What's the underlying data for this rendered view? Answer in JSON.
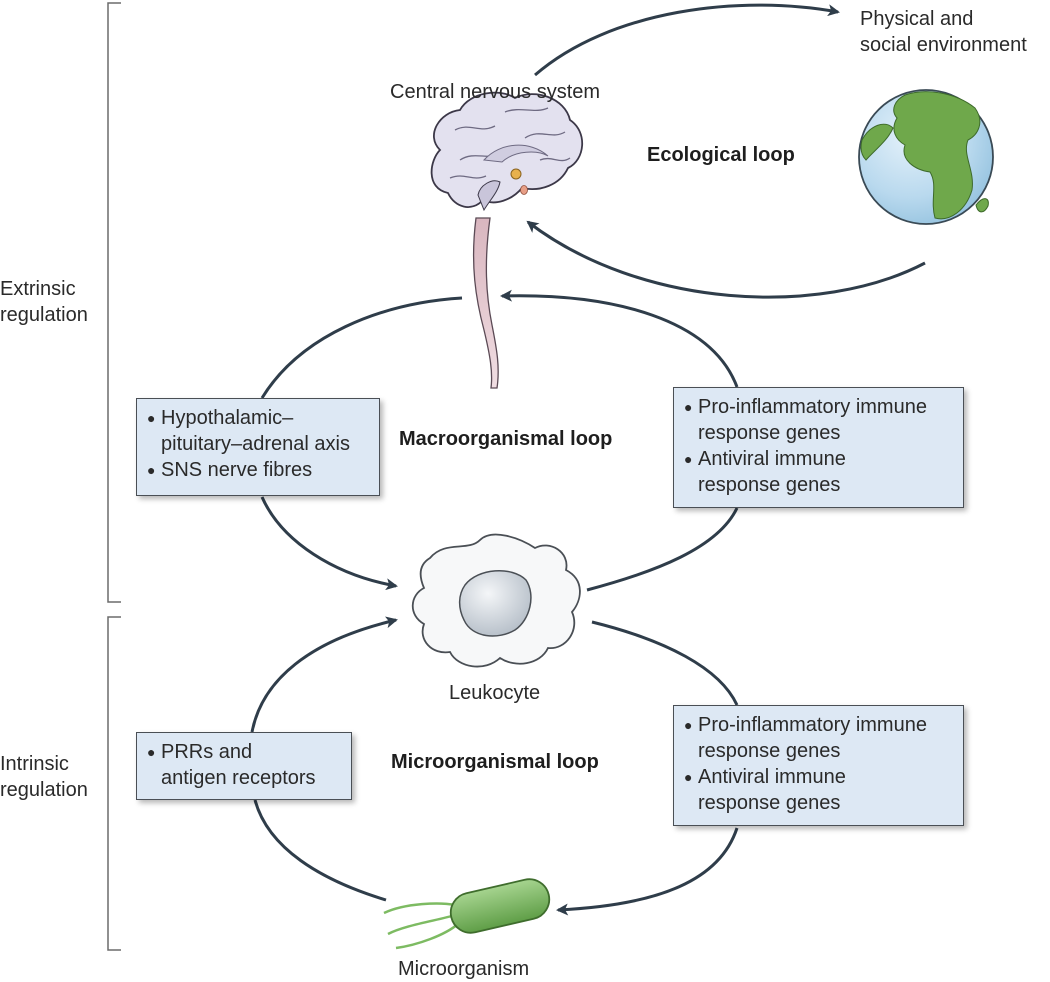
{
  "colors": {
    "arrow": "#2f3d4a",
    "box_fill": "#dde8f4",
    "box_border": "#4a4f55",
    "brain": "#e3e1ef",
    "spinal_cord": "#e6c3cb",
    "ocean": "#b9d9ee",
    "land": "#6fa84b",
    "leukocyte_nucleus": "#c7cfd8",
    "microbe": "#7dbb62"
  },
  "regulation": {
    "extrinsic": "Extrinsic\nregulation",
    "intrinsic": "Intrinsic\nregulation"
  },
  "nodes": {
    "cns": "Central nervous system",
    "environment": "Physical and\nsocial environment",
    "leukocyte": "Leukocyte",
    "microorganism": "Microorganism"
  },
  "loops": {
    "ecological": "Ecological loop",
    "macro": "Macroorganismal loop",
    "micro": "Microorganismal loop"
  },
  "boxes": {
    "hpa": [
      "Hypothalamic–\npituitary–adrenal axis",
      "SNS nerve fibres"
    ],
    "macro_genes": [
      "Pro-inflammatory immune\nresponse genes",
      "Antiviral immune\nresponse genes"
    ],
    "prr": [
      "PRRs and\nantigen receptors"
    ],
    "micro_genes": [
      "Pro-inflammatory immune\nresponse genes",
      "Antiviral immune\nresponse genes"
    ]
  },
  "icons": {
    "brain": "brain-icon",
    "earth": "earth-globe-icon",
    "leukocyte": "leukocyte-cell-icon",
    "microorganism": "bacterium-icon"
  }
}
